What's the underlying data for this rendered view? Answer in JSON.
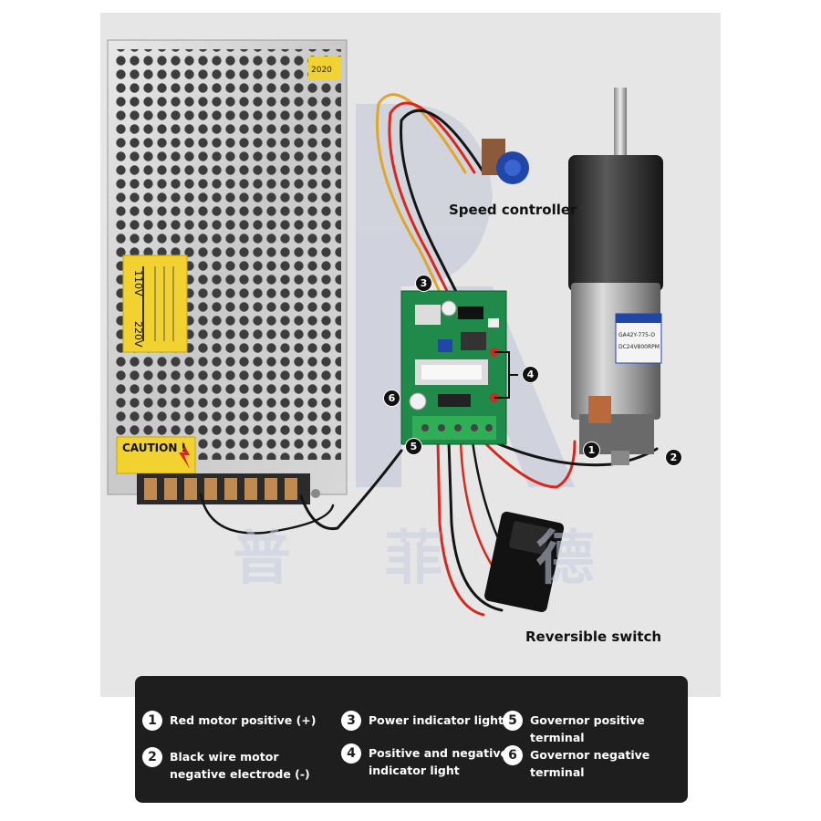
{
  "callouts": {
    "speed_controller": "Speed controller",
    "reversible_switch": "Reversible switch"
  },
  "markers": {
    "m1": "1",
    "m2": "2",
    "m3": "3",
    "m4": "4",
    "m5": "5",
    "m6": "6"
  },
  "labels": {
    "psu_caution": "CAUTION !",
    "psu_110v": "110V",
    "psu_220v": "220V",
    "psu_date": "2020",
    "motor_model": "GA42Y-775-O",
    "motor_spec": "DC24V800RPM",
    "watermark": "普 菲 德"
  },
  "legend": [
    {
      "num": "1",
      "text": "Red motor positive (+)"
    },
    {
      "num": "2",
      "text": "Black wire motor\nnegative electrode (-)"
    },
    {
      "num": "3",
      "text": "Power indicator light"
    },
    {
      "num": "4",
      "text": "Positive and negative\nindicator light"
    },
    {
      "num": "5",
      "text": "Governor positive terminal"
    },
    {
      "num": "6",
      "text": "Governor negative terminal"
    }
  ],
  "colors": {
    "background": "#e6e6e6",
    "legend_bg": "#1e1e1e",
    "board_green": "#1f8a4a",
    "caution_yellow": "#f2d230",
    "knob_blue": "#2046a8",
    "wire_red": "#d7281e",
    "wire_black": "#151515",
    "wire_yellow": "#e0a62a"
  }
}
